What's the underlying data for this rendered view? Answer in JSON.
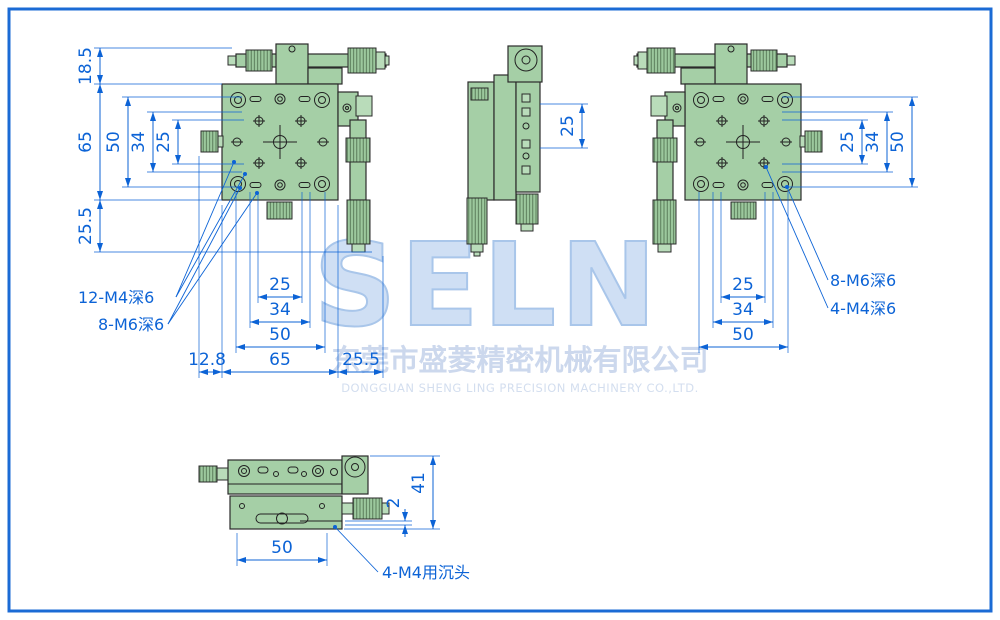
{
  "watermark": {
    "brand": "SELN",
    "company_cn": "东莞市盛菱精密机械有限公司",
    "company_en": "DONGGUAN SHENG LING PRECISION MACHINERY CO.,LTD."
  },
  "colors": {
    "dimension_blue": "#0c63d6",
    "body_green": "#a5cfa6",
    "border_blue": "#1b6bd5",
    "watermark_blue": "#cfdff4"
  },
  "front_left_view": {
    "vertical_dims": {
      "top_offset": "18.5",
      "body": "65",
      "d50": "50",
      "d34": "34",
      "d25": "25",
      "bottom_offset": "25.5"
    },
    "horizontal_dims": {
      "d25": "25",
      "d34": "34",
      "d50": "50",
      "body": "65",
      "left_offset": "12.8",
      "right_offset": "25.5"
    },
    "labels": {
      "m4": "12-M4深6",
      "m6": "8-M6深6"
    }
  },
  "side_view": {
    "dims": {
      "d25": "25"
    }
  },
  "front_right_view": {
    "vertical_dims": {
      "d25": "25",
      "d34": "34",
      "d50": "50"
    },
    "horizontal_dims": {
      "d25": "25",
      "d34": "34",
      "d50": "50"
    },
    "labels": {
      "m6": "8-M6深6",
      "m4": "4-M4深6"
    }
  },
  "bottom_view": {
    "dims": {
      "width": "50",
      "step": "2",
      "height": "41"
    },
    "labels": {
      "countersink": "4-M4用沉头"
    }
  }
}
